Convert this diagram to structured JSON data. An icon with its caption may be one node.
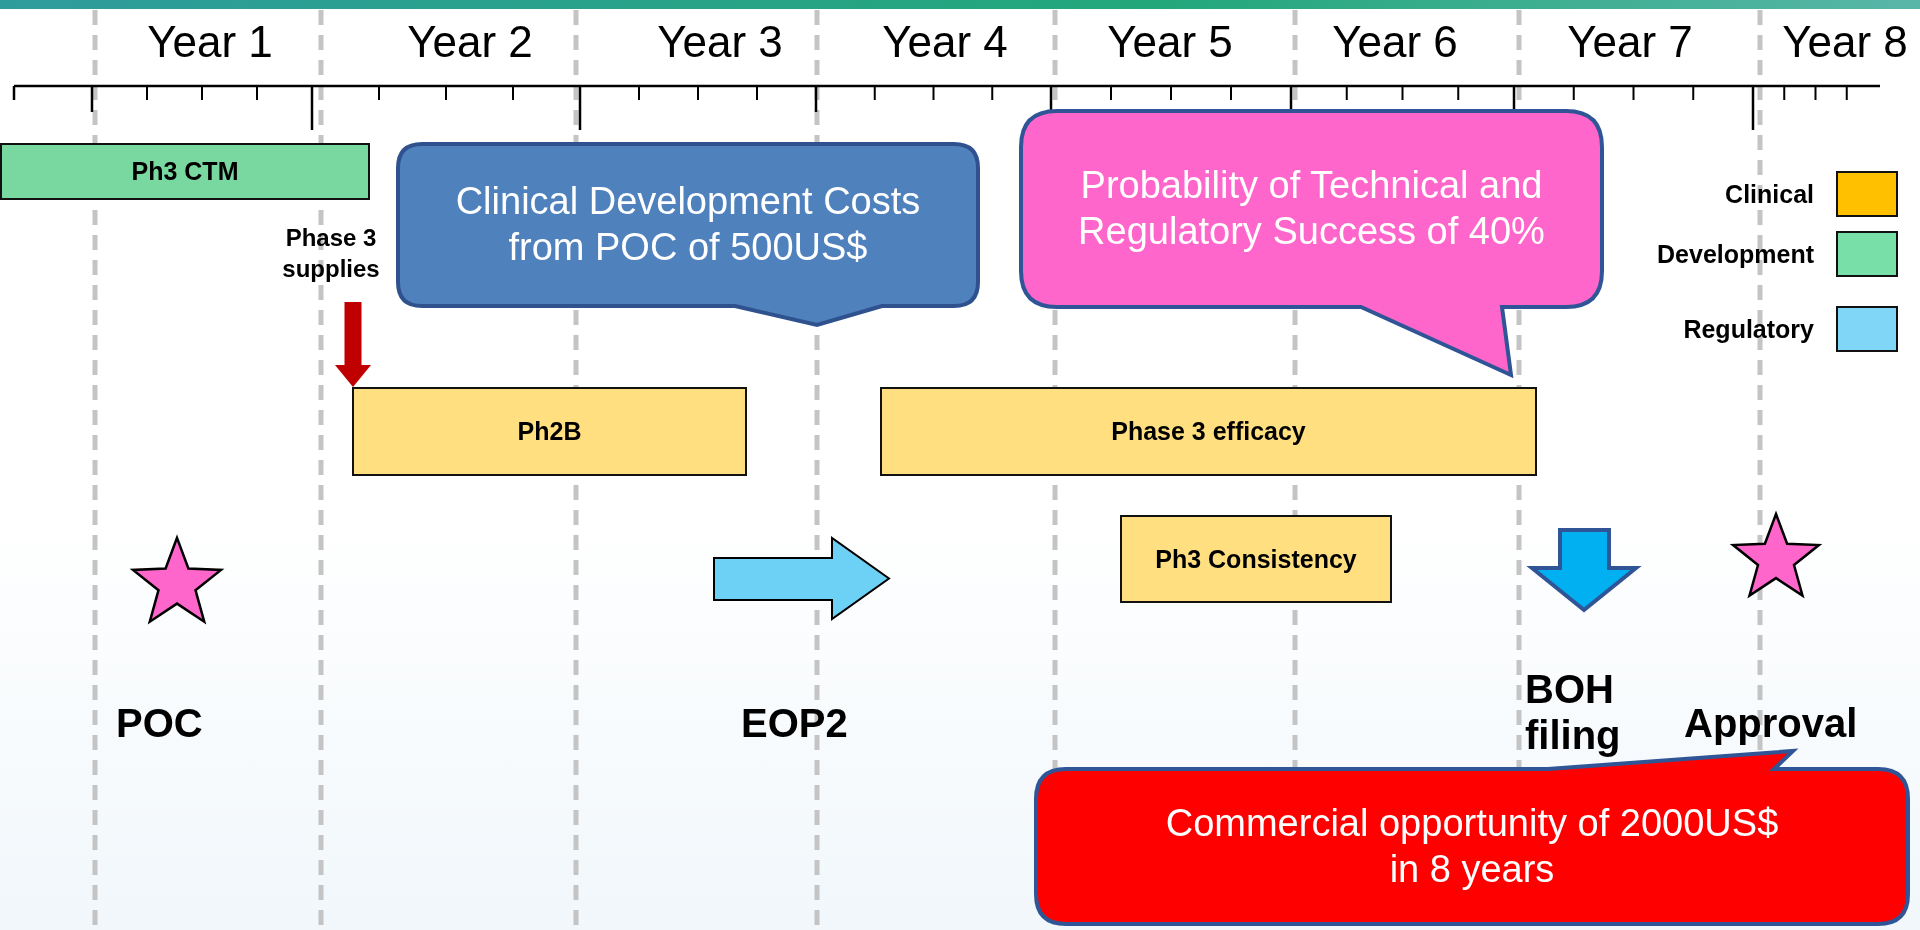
{
  "diagram": {
    "nodes": [
      {
        "text": [
          "Ph3 CTM"
        ]
      },
      {
        "text": [
          "Phase 3 supplies"
        ]
      },
      {
        "text": [
          "Clinical Development Costs from POC of 500US$"
        ]
      },
      {
        "text": [
          "Probability of Technical and Regulatory Success of 40%"
        ]
      },
      {
        "text": [
          "Ph2B"
        ]
      },
      {
        "text": [
          "Phase 3 efficacy"
        ]
      },
      {
        "text": [
          "Ph3 Consistency"
        ]
      },
      {
        "text": [],
        "shape": "star"
      },
      {
        "text": [],
        "shape": "arrow"
      },
      {
        "text": [],
        "shape": "arrow"
      },
      {
        "text": [],
        "shape": "star"
      },
      {
        "text": [
          "Commercial opportunity of 2000US$ in 8 years"
        ]
      }
    ],
    "edges": [
      {
        "from": 1,
        "to": 4,
        "arrow": "to",
        "color": "#c00000"
      }
    ],
    "labels": [
      "Year 1",
      "Year 2",
      "Year 3",
      "Year 4",
      "Year 5",
      "Year 6",
      "Year 7",
      "Year 8",
      "POC",
      "EOP2",
      "BOH filing",
      "Approval"
    ],
    "legend": [
      {
        "text": "Clinical",
        "color": "#ffc000"
      },
      {
        "text": "Development",
        "color": "#79dfa8"
      },
      {
        "text": "Regulatory",
        "color": "#7fd6f7"
      }
    ]
  }
}
